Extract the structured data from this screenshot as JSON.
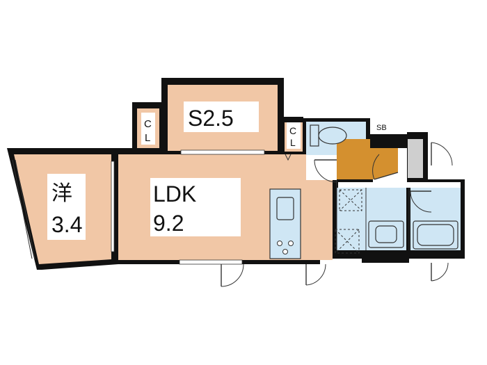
{
  "rooms": {
    "western": {
      "name": "洋",
      "size": "3.4"
    },
    "ldk": {
      "name": "LDK",
      "size": "9.2"
    },
    "storage": {
      "name": "S2.5"
    }
  },
  "closets": {
    "left": {
      "line1": "C",
      "line2": "L"
    },
    "right": {
      "line1": "C",
      "line2": "L"
    }
  },
  "shoe_box": {
    "label": "SB"
  },
  "colors": {
    "room": "#f1c7a6",
    "wet_area": "#cfe6f4",
    "entrance": "#d4902f",
    "wall": "#111111",
    "gray_area": "#cfcfcf"
  }
}
